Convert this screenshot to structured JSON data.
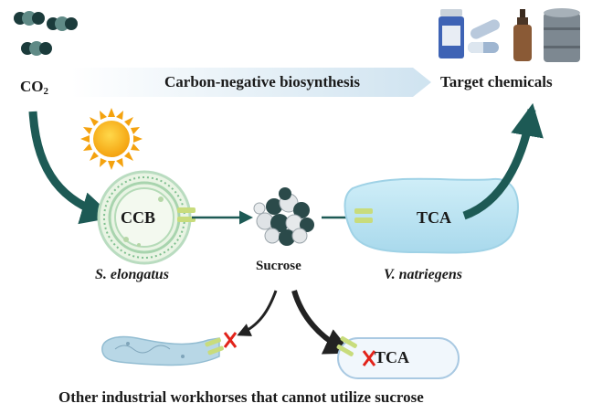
{
  "labels": {
    "co2_main": "CO",
    "co2_sub": "2",
    "banner": "Carbon-negative biosynthesis",
    "target": "Target chemicals",
    "ccb": "CCB",
    "tca_main": "TCA",
    "tca_blocked": "TCA",
    "sucrose": "Sucrose",
    "s_elongatus": "S. elongatus",
    "v_natriegens": "V. natriegens",
    "footer": "Other industrial workhorses that cannot utilize sucrose"
  },
  "colors": {
    "arrow": "#1d5a55",
    "banner": "#d9e8f2",
    "cell_blue": "#bfe3f0",
    "cell_green": "#cfe7c8",
    "block_mark": "#e2231a",
    "transporter": "#c8dc7c"
  },
  "icons": [
    "co2-molecule-icon",
    "sun-icon",
    "sucrose-molecule-icon",
    "pill-bottle-icon",
    "capsule-icon",
    "dropper-bottle-icon",
    "oil-barrel-icon",
    "transporter-icon",
    "blocked-x-icon"
  ]
}
